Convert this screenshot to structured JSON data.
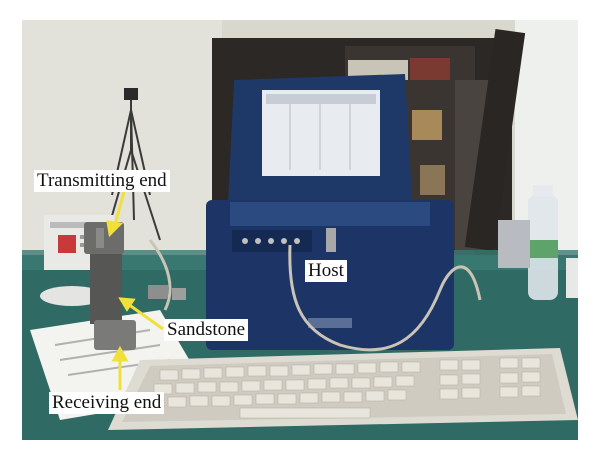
{
  "figure": {
    "labels": {
      "transmitting_end": "Transmitting end",
      "host": "Host",
      "sandstone": "Sandstone",
      "receiving_end": "Receiving end"
    },
    "colors": {
      "label_background": "#ffffff",
      "arrow": "#f2e03a",
      "instrument_body": "#1f3a6e",
      "wall": "#dcdcd4",
      "table": "#2e6b66"
    }
  }
}
